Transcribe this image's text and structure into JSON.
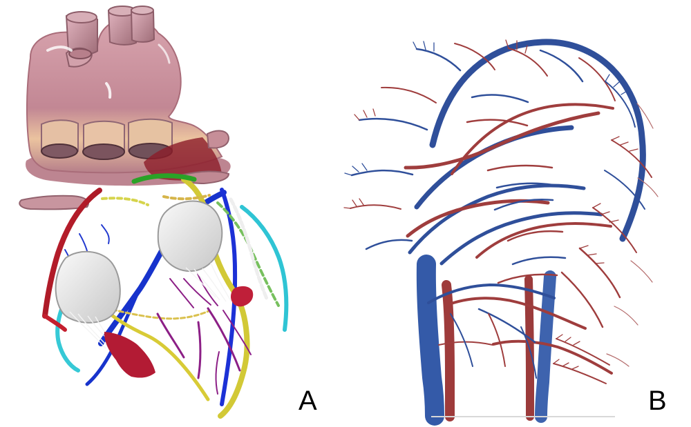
{
  "panels": [
    {
      "id": "A",
      "label": "A"
    },
    {
      "id": "B",
      "label": "B"
    }
  ],
  "colors": {
    "background": "#ffffff",
    "heart_tissue": "#c58a98",
    "heart_tissue_light": "#d9a6b0",
    "heart_tissue_dark": "#8d5c68",
    "tissue_peach": "#e7c49e",
    "artery_red": "#b62020",
    "vein_blue": "#1d3ec8",
    "vessel_yellow": "#d4c93a",
    "vessel_green": "#2ba12a",
    "vessel_cyan": "#30c6d6",
    "vessel_magenta": "#9a1f88",
    "valve_white": "#e7e7e7",
    "head_artery": "#9b3a3a",
    "head_vein": "#2f4f9a"
  }
}
